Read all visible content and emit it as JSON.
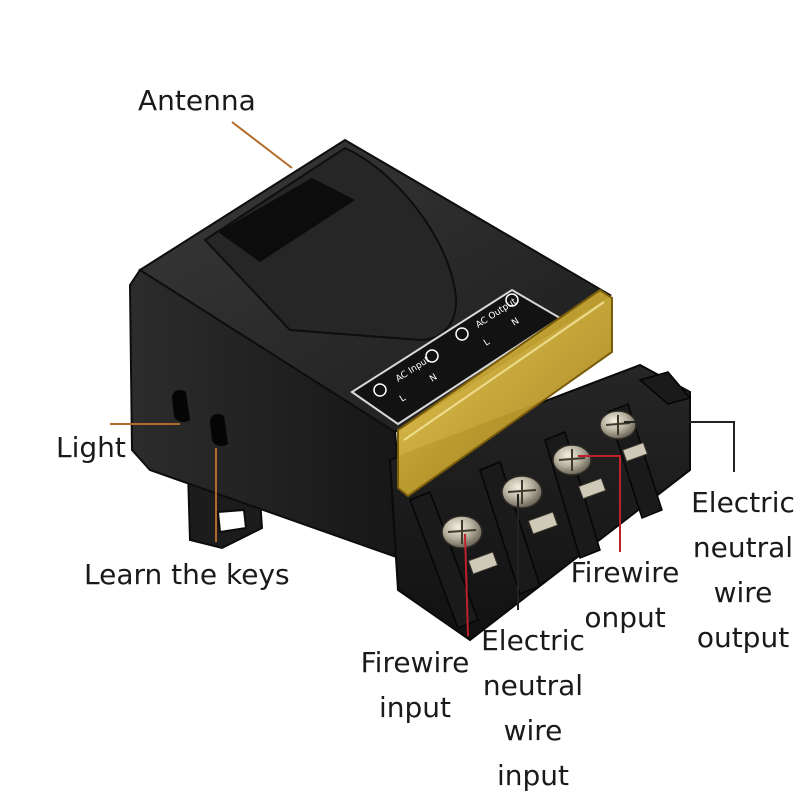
{
  "diagram": {
    "labels": {
      "antenna": "Antenna",
      "light": "Light",
      "learn_keys": "Learn the keys",
      "firewire_input": [
        "Firewire",
        "input"
      ],
      "neutral_input": [
        "Electric",
        "neutral",
        "wire",
        "input"
      ],
      "firewire_output": [
        "Firewire",
        "onput"
      ],
      "neutral_output": [
        "Electric",
        "neutral",
        "wire",
        "output"
      ]
    },
    "panel": {
      "input_text": "AC Input",
      "output_text": "AC Output",
      "l": "L",
      "n": "N"
    },
    "colors": {
      "body": "#1e1e1e",
      "cover": "#c9a227",
      "leader_antenna": "#b36b2a",
      "leader_red": "#c0202a",
      "leader_dark": "#222222"
    }
  }
}
